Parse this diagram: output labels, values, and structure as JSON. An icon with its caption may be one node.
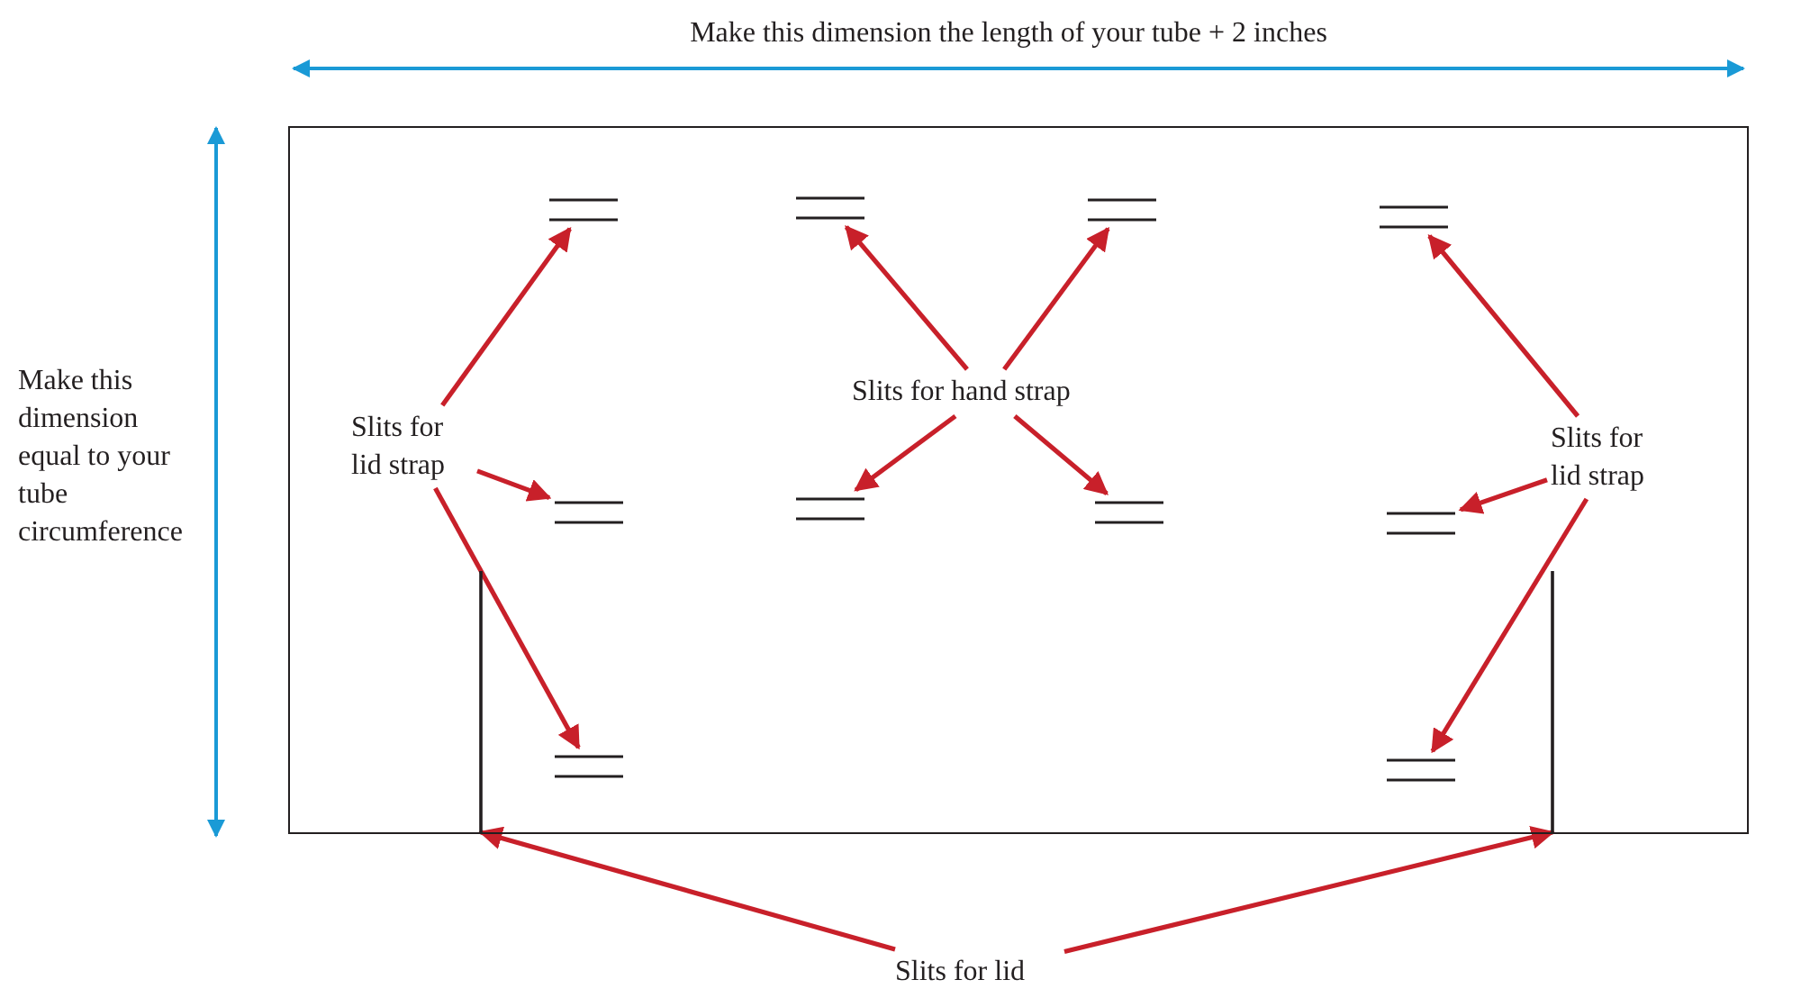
{
  "diagram": {
    "nodes": [
      {
        "text": [],
        "shape": "box"
      },
      {
        "text": [
          "Slits for lid strap"
        ],
        "in": 0
      },
      {
        "text": [
          "Slits for hand strap"
        ],
        "in": 0
      },
      {
        "text": [
          "Slits for lid strap"
        ],
        "in": 0
      },
      {
        "text": [
          "Slits for lid"
        ]
      },
      {
        "text": [],
        "shape": "bar",
        "in": 0
      },
      {
        "text": [],
        "shape": "bar",
        "in": 0
      },
      {
        "text": [],
        "shape": "bar",
        "in": 0
      },
      {
        "text": [],
        "shape": "bar",
        "in": 0
      },
      {
        "text": [],
        "shape": "bar",
        "in": 0
      },
      {
        "text": [],
        "shape": "bar",
        "in": 0
      },
      {
        "text": [],
        "shape": "bar",
        "in": 0
      },
      {
        "text": [],
        "shape": "bar",
        "in": 0
      },
      {
        "text": [],
        "shape": "bar",
        "in": 0
      },
      {
        "text": [],
        "shape": "bar",
        "in": 0
      },
      {
        "text": [],
        "shape": "bar",
        "in": 0
      },
      {
        "text": [],
        "shape": "bar",
        "in": 0
      }
    ],
    "edges": [
      {
        "from": 1,
        "to": 6,
        "arrow": "to"
      },
      {
        "from": 1,
        "to": 7,
        "arrow": "to"
      },
      {
        "from": 1,
        "to": 8,
        "arrow": "to"
      },
      {
        "from": 2,
        "to": 9,
        "arrow": "to"
      },
      {
        "from": 2,
        "to": 10,
        "arrow": "to"
      },
      {
        "from": 2,
        "to": 11,
        "arrow": "to"
      },
      {
        "from": 2,
        "to": 12,
        "arrow": "to"
      },
      {
        "from": 3,
        "to": 13,
        "arrow": "to"
      },
      {
        "from": 3,
        "to": 14,
        "arrow": "to"
      },
      {
        "from": 3,
        "to": 15,
        "arrow": "to"
      },
      {
        "from": 4,
        "to": 5,
        "arrow": "to"
      },
      {
        "from": 4,
        "to": 16,
        "arrow": "to"
      }
    ],
    "labels": [
      "Make this dimension the length of your tube + 2 inches",
      "Make this dimension equal to your tube circumference"
    ]
  }
}
